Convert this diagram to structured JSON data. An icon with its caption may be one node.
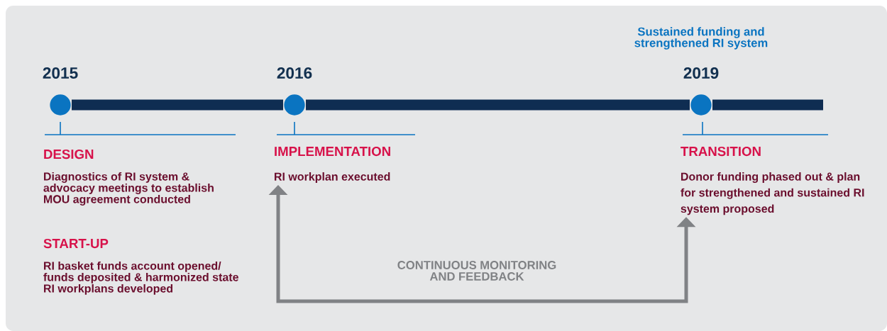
{
  "diagram": {
    "nodes": [
      {
        "text": [],
        "shape": "circle",
        "beside": [
          "2015"
        ]
      },
      {
        "text": [],
        "shape": "circle",
        "beside": [
          "2016"
        ]
      },
      {
        "text": [],
        "shape": "circle",
        "beside": [
          "Sustained funding and strengthened RI system",
          "2019"
        ]
      },
      {
        "text": [
          "IMPLEMENTATION",
          "RI workplan executed"
        ]
      },
      {
        "text": [
          "TRANSITION",
          "Donor funding phased out & plan for strengthened and sustained RI system proposed"
        ]
      }
    ],
    "edges": [
      {
        "from": 0,
        "to": 1,
        "arrow": "none"
      },
      {
        "from": 1,
        "to": 2,
        "arrow": "none"
      },
      {
        "from": 4,
        "to": 3,
        "arrow": "both",
        "label": "CONTINUOUS MONITORING AND FEEDBACK",
        "color": "#808285"
      }
    ],
    "labels": [
      "DESIGN",
      "Diagnostics of RI system & advocacy meetings to establish MOU agreement conducted",
      "START-UP",
      "RI basket funds account opened/ funds deposited & harmonized state RI workplans developed"
    ]
  }
}
